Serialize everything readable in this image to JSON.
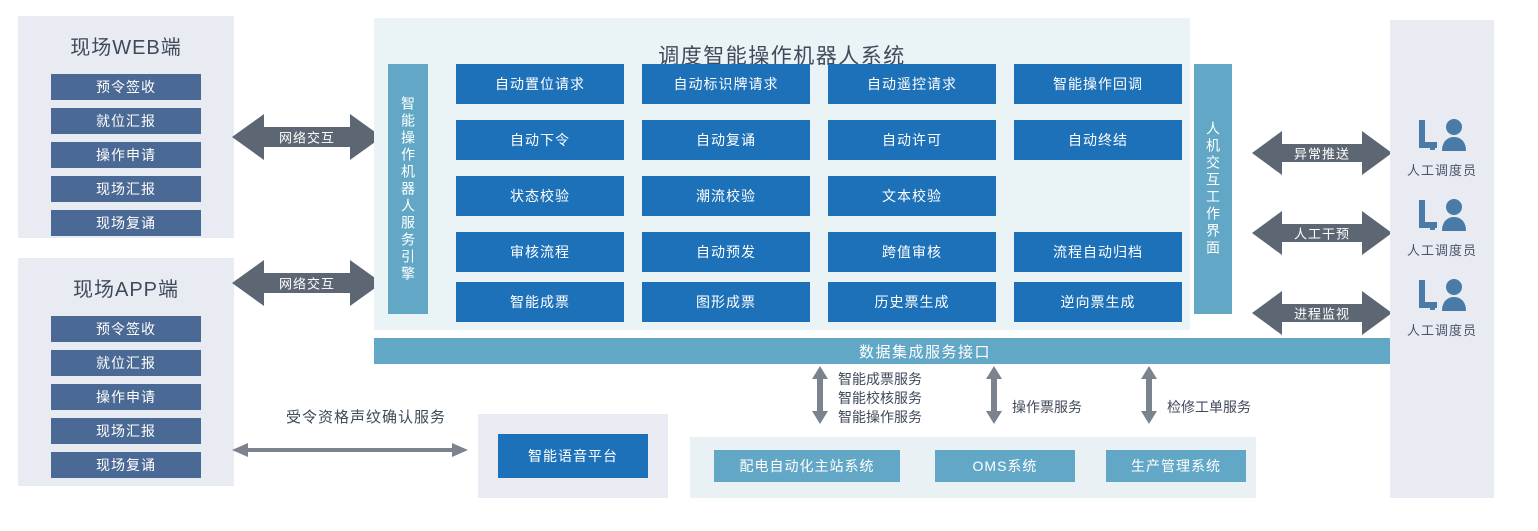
{
  "colors": {
    "panel_grey": "#e8ebf2",
    "panel_blue_pale": "#eaf3f6",
    "card_blue": "#1d71b8",
    "bar_teal": "#62a8c6",
    "client_item": "#4a6a95",
    "arrow_grey": "#5d6673",
    "text_dark": "#3f4a5a"
  },
  "left": {
    "web_client": {
      "title": "现场WEB端",
      "items": [
        "预令签收",
        "就位汇报",
        "操作申请",
        "现场汇报",
        "现场复诵"
      ]
    },
    "app_client": {
      "title": "现场APP端",
      "items": [
        "预令签收",
        "就位汇报",
        "操作申请",
        "现场汇报",
        "现场复诵"
      ]
    },
    "arrow_web_label": "网络交互",
    "arrow_app_label": "网络交互"
  },
  "center": {
    "title": "调度智能操作机器人系统",
    "engine_label": "智能操作机器人服务引擎",
    "interface_label": "人机交互工作界面",
    "rows": [
      [
        "自动置位请求",
        "自动标识牌请求",
        "自动遥控请求",
        "智能操作回调"
      ],
      [
        "自动下令",
        "自动复诵",
        "自动许可",
        "自动终结"
      ],
      [
        "状态校验",
        "潮流校验",
        "文本校验"
      ],
      [
        "审核流程",
        "自动预发",
        "跨值审核",
        "流程自动归档"
      ],
      [
        "智能成票",
        "图形成票",
        "历史票生成",
        "逆向票生成"
      ]
    ],
    "integration_bar": "数据集成服务接口"
  },
  "right": {
    "arrows": [
      "异常推送",
      "人工干预",
      "进程监视"
    ],
    "operators": [
      "人工调度员",
      "人工调度员",
      "人工调度员"
    ]
  },
  "bottom": {
    "voiceprint_label": "受令资格声纹确认服务",
    "voice_platform": "智能语音平台",
    "service_groups": [
      {
        "lines": [
          "智能成票服务",
          "智能校核服务",
          "智能操作服务"
        ]
      },
      {
        "lines": [
          "操作票服务"
        ]
      },
      {
        "lines": [
          "检修工单服务"
        ]
      }
    ],
    "systems": [
      "配电自动化主站系统",
      "OMS系统",
      "生产管理系统"
    ]
  },
  "icons": {
    "operator": "operator-desk-icon",
    "double_arrow": "double-arrow-icon",
    "vertical_double_arrow": "vertical-double-arrow-icon",
    "down_arrow": "down-arrow-icon",
    "horizontal_double_arrow": "horizontal-double-arrow-icon"
  }
}
